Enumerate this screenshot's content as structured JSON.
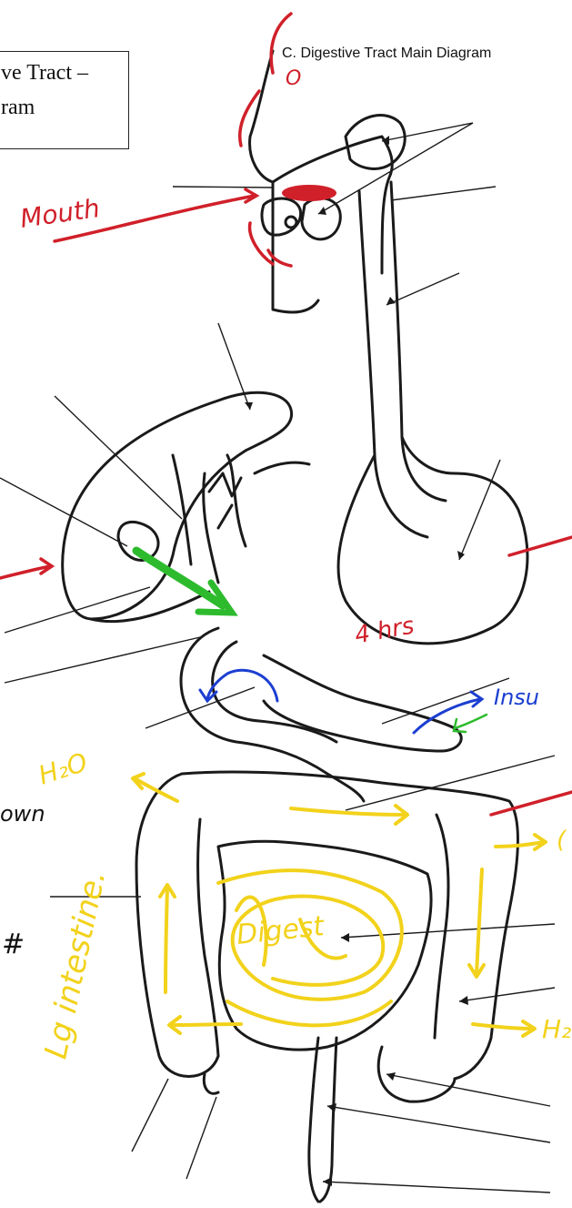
{
  "box_title": {
    "line1": "ve Tract –",
    "line2": "ram"
  },
  "diagram_title": "C. Digestive Tract Main Diagram",
  "annotations": {
    "mouth": "Mouth",
    "o": "O",
    "four_hrs": "4 hrs",
    "insulin": "Insu",
    "h2o_top": "H₂O",
    "h2o_bottom": "H₂",
    "down": "own",
    "lg_intestine": "Lg intestine.",
    "digest": "Digest",
    "right_partial": "(",
    "left_partial": "#"
  },
  "colors": {
    "outline": "#1a1a1a",
    "red": "#d0202a",
    "green": "#2dbb2d",
    "blue": "#1c3fd1",
    "yellow": "#f2d21b"
  }
}
